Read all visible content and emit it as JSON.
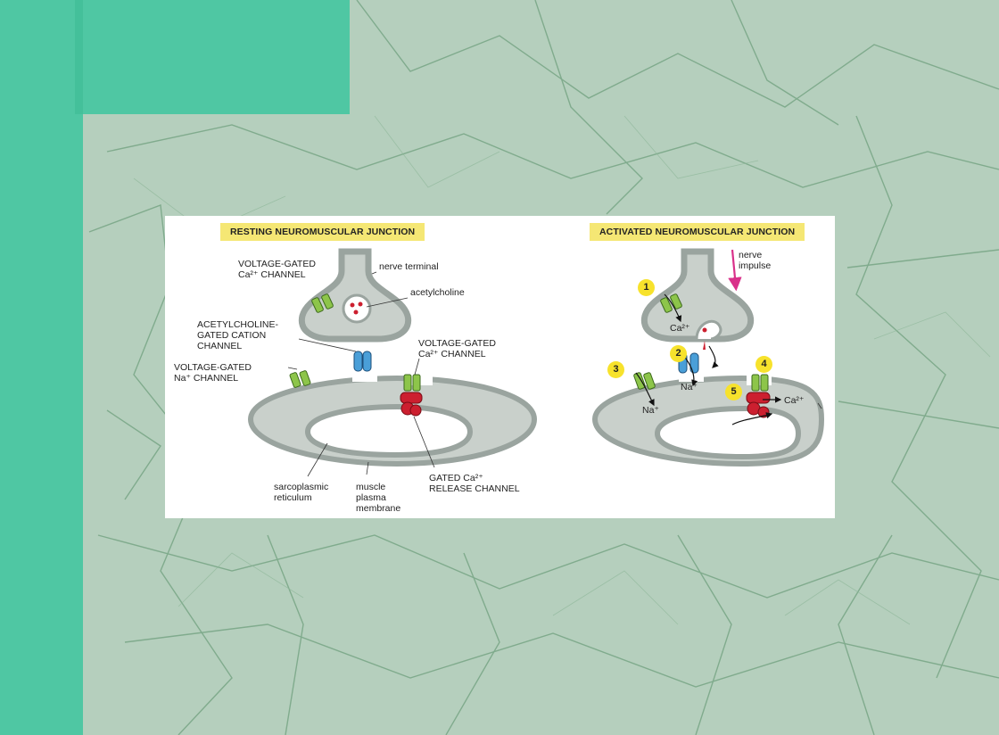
{
  "colors": {
    "accent": "#4fc7a3",
    "background": "#b5cfbd",
    "membrane": "#9aa49f",
    "cell_fill": "#c9d0cb",
    "channel_green": "#8dc54a",
    "channel_blue": "#4a9fd8",
    "channel_red": "#cc1f2f",
    "header_yellow": "#f5e774",
    "impulse_arrow": "#d9318a"
  },
  "resting": {
    "title": "RESTING NEUROMUSCULAR JUNCTION",
    "labels": {
      "voltage_gated_ca": "VOLTAGE-GATED\nCa²⁺ CHANNEL",
      "nerve_terminal": "nerve terminal",
      "acetylcholine": "acetylcholine",
      "ach_cation_channel": "ACETYLCHOLINE-\nGATED CATION\nCHANNEL",
      "voltage_gated_ca_2": "VOLTAGE-GATED\nCa²⁺ CHANNEL",
      "voltage_gated_na": "VOLTAGE-GATED\nNa⁺ CHANNEL",
      "sarcoplasmic_reticulum": "sarcoplasmic\nreticulum",
      "muscle_membrane": "muscle\nplasma\nmembrane",
      "gated_release": "GATED Ca²⁺\nRELEASE CHANNEL"
    }
  },
  "activated": {
    "title": "ACTIVATED NEUROMUSCULAR JUNCTION",
    "labels": {
      "nerve_impulse": "nerve\nimpulse",
      "ca_terminal": "Ca²⁺",
      "na_1": "Na⁺",
      "na_2": "Na⁺",
      "ca_release": "Ca²⁺"
    },
    "steps": [
      "1",
      "2",
      "3",
      "4",
      "5"
    ]
  }
}
